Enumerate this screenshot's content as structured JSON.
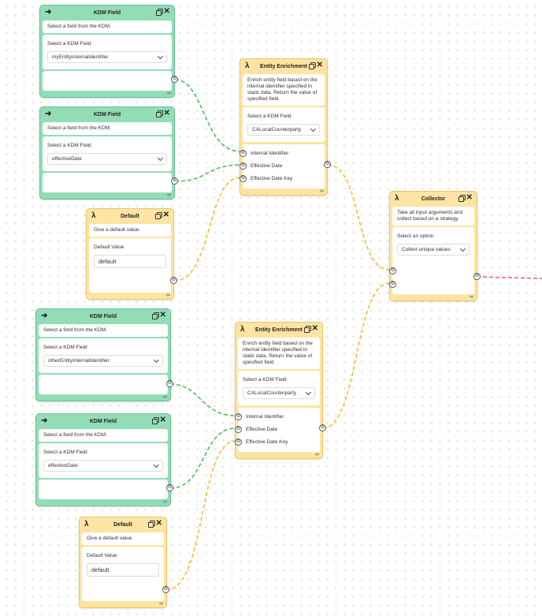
{
  "colors": {
    "kdm_bg": "#92ddb6",
    "kdm_border": "#62c48f",
    "fn_bg": "#fde4a3",
    "fn_border": "#f1c462",
    "edge_green": "#4cbf57",
    "edge_yellow": "#f2be2a",
    "edge_red": "#f06a6a"
  },
  "icons": {
    "arrow": "➜",
    "lambda": "λ",
    "close": "✕",
    "port": "⊖",
    "link": "∞"
  },
  "kdm_fields": [
    {
      "title": "KDM Field",
      "description": "Select a field from the KDM.",
      "select_label": "Select a KDM Field",
      "value": "myEntityInternalIdentifier"
    },
    {
      "title": "KDM Field",
      "description": "Select a field from the KDM.",
      "select_label": "Select a KDM Field",
      "value": "effectiveDate"
    },
    {
      "title": "KDM Field",
      "description": "Select a field from the KDM.",
      "select_label": "Select a KDM Field",
      "value": "otherEntityInternalIdentifier"
    },
    {
      "title": "KDM Field",
      "description": "Select a field from the KDM.",
      "select_label": "Select a KDM Field",
      "value": "effectiveDate"
    }
  ],
  "defaults": [
    {
      "title": "Default",
      "description": "Give a default value.",
      "field_label": "Default Value",
      "value": "default"
    },
    {
      "title": "Default",
      "description": "Give a default value.",
      "field_label": "Default Value",
      "value": "default"
    }
  ],
  "enrichments": [
    {
      "title": "Entity Enrichment",
      "description": "Enrich entity field based on the internal identifier specified in static data. Return the value of specified field.",
      "select_label": "Select a KDM Field",
      "value": "CALocalCounterparty",
      "inputs": [
        "Internal Identifier",
        "Effective Date",
        "Effective Date Key"
      ]
    },
    {
      "title": "Entity Enrichment",
      "description": "Enrich entity field based on the internal identifier specified in static data. Return the value of specified field.",
      "select_label": "Select a KDM Field",
      "value": "CALocalCounterparty",
      "inputs": [
        "Internal Identifier",
        "Effective Date",
        "Effective Date Key"
      ]
    }
  ],
  "collector": {
    "title": "Collector",
    "description": "Take all input arguments and collect based on a strategy.",
    "select_label": "Select an option",
    "value": "Collect unique values"
  }
}
